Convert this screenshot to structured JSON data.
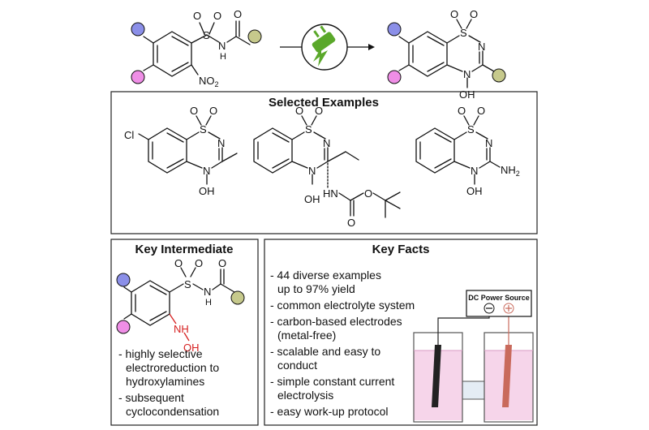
{
  "colors": {
    "blue_group": "#8b8fe8",
    "pink_group": "#ef8ee6",
    "olive_group": "#c6c98c",
    "catalyst_green": "#5aa82a",
    "nitrogen_red": "#d62020",
    "solution_pink": "#f6d5ea"
  },
  "reaction": {
    "sm_atoms": {
      "S": "S",
      "O1": "O",
      "O2": "O",
      "N": "N",
      "H": "H",
      "O3": "O",
      "NO2": "NO",
      "NO2_sub": "2"
    },
    "catalyst_icon": "electricity-plug-icon",
    "prod_atoms": {
      "S": "S",
      "O1": "O",
      "O2": "O",
      "N2": "N",
      "N4": "N",
      "OH": "OH"
    }
  },
  "selected_examples": {
    "title": "Selected Examples",
    "ex1": {
      "Cl": "Cl",
      "S": "S",
      "O1": "O",
      "O2": "O",
      "N2": "N",
      "N4": "N",
      "OH": "OH"
    },
    "ex2": {
      "S": "S",
      "O1": "O",
      "O2": "O",
      "N2": "N",
      "N4": "N",
      "OH": "OH",
      "HN": "HN",
      "O_c": "O",
      "O_e": "O"
    },
    "ex3": {
      "S": "S",
      "O1": "O",
      "O2": "O",
      "N2": "N",
      "N4": "N",
      "OH": "OH",
      "NH": "NH",
      "NH_sub": "2"
    }
  },
  "key_intermediate": {
    "title": "Key Intermediate",
    "atoms": {
      "S": "S",
      "O1": "O",
      "O2": "O",
      "N": "N",
      "H": "H",
      "O3": "O",
      "NH": "NH",
      "OH": "OH"
    },
    "bullets": [
      "- highly selective",
      "electroreduction to",
      "hydroxylamines",
      "- subsequent",
      "cyclocondensation"
    ]
  },
  "key_facts": {
    "title": "Key Facts",
    "bullets": [
      "- 44 diverse examples",
      "up to 97% yield",
      "- common electrolyte system",
      "- carbon-based electrodes",
      "(metal-free)",
      "- scalable and easy to",
      "conduct",
      "- simple constant current",
      "electrolysis",
      "- easy work-up protocol"
    ],
    "power_source": {
      "label": "DC Power Source",
      "minus": "⊖",
      "plus": "⊕"
    }
  }
}
